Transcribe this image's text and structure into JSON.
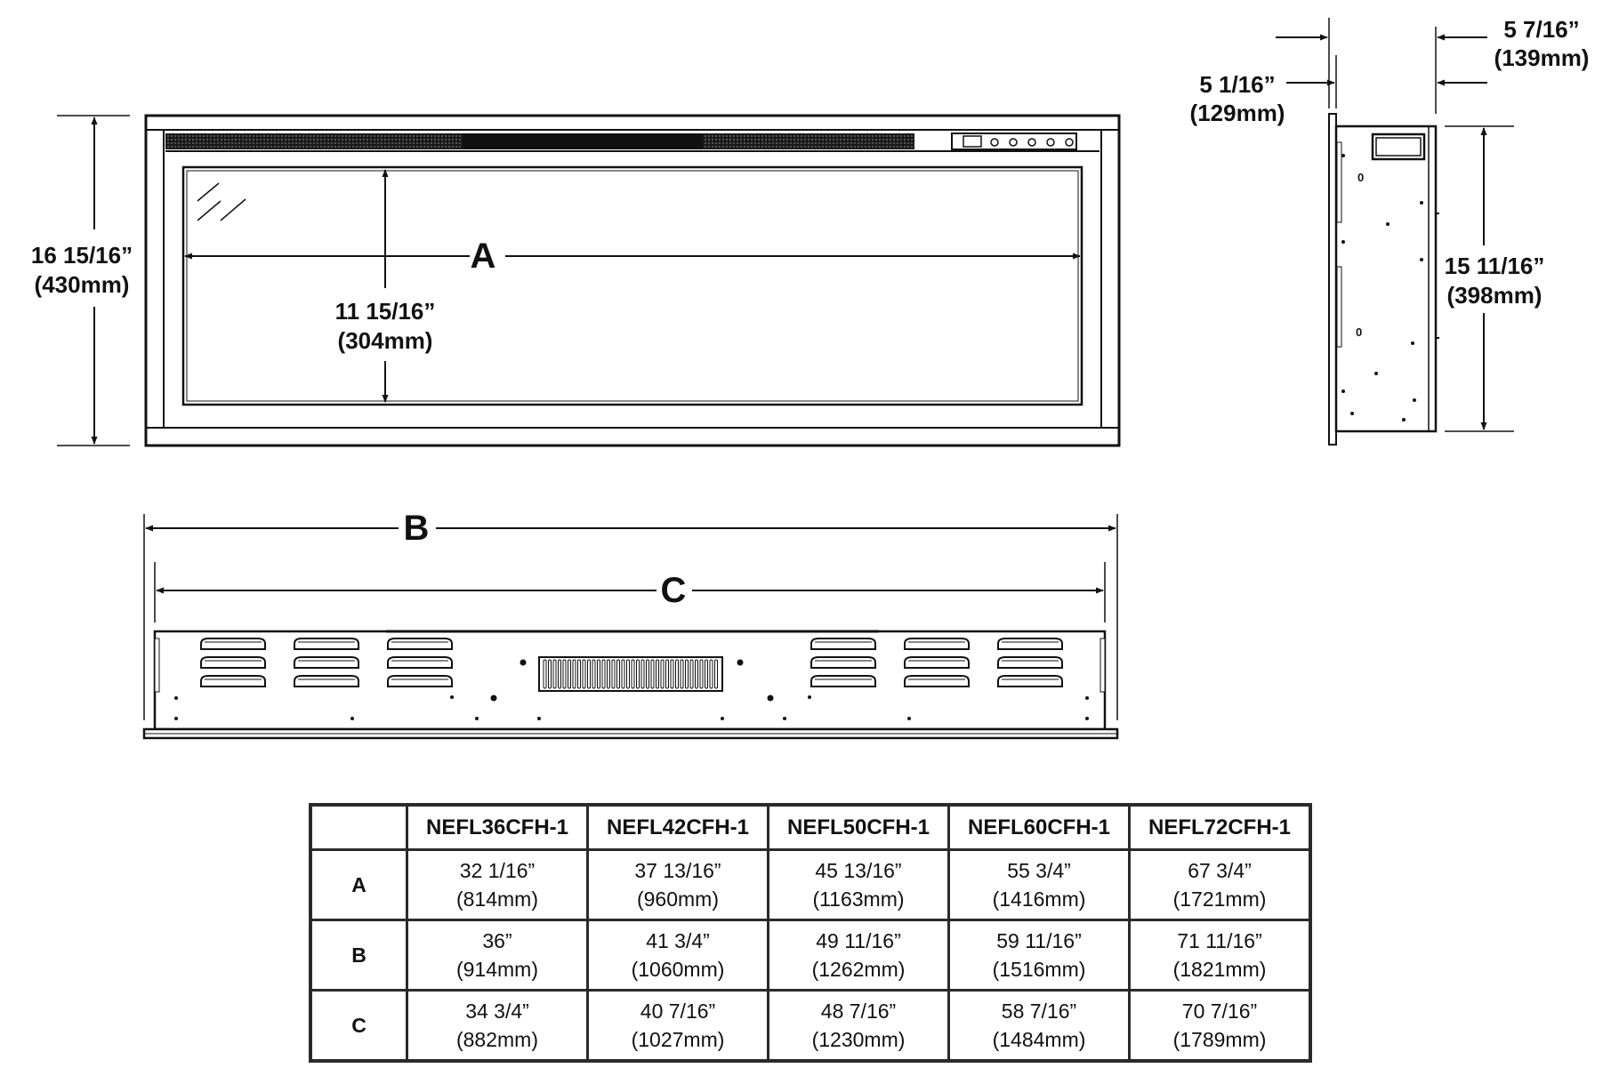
{
  "front_view": {
    "height_label": "16 15/16”",
    "height_mm": "(430mm)",
    "glass_height_label": "11 15/16”",
    "glass_height_mm": "(304mm)",
    "width_letter": "A"
  },
  "side_view": {
    "depth_inner_label": "5 1/16”",
    "depth_inner_mm": "(129mm)",
    "depth_outer_label": "5 7/16”",
    "depth_outer_mm": "(139mm)",
    "height_label": "15 11/16”",
    "height_mm": "(398mm)",
    "marker_1": "0",
    "marker_2": "0"
  },
  "top_view": {
    "overall_letter": "B",
    "body_letter": "C"
  },
  "table": {
    "headers": [
      "",
      "NEFL36CFH-1",
      "NEFL42CFH-1",
      "NEFL50CFH-1",
      "NEFL60CFH-1",
      "NEFL72CFH-1"
    ],
    "rows": [
      {
        "label": "A",
        "cells": [
          {
            "in": "32 1/16”",
            "mm": "(814mm)"
          },
          {
            "in": "37 13/16”",
            "mm": "(960mm)"
          },
          {
            "in": "45 13/16”",
            "mm": "(1163mm)"
          },
          {
            "in": "55 3/4”",
            "mm": "(1416mm)"
          },
          {
            "in": "67 3/4”",
            "mm": "(1721mm)"
          }
        ]
      },
      {
        "label": "B",
        "cells": [
          {
            "in": "36”",
            "mm": "(914mm)"
          },
          {
            "in": "41 3/4”",
            "mm": "(1060mm)"
          },
          {
            "in": "49 11/16”",
            "mm": "(1262mm)"
          },
          {
            "in": "59 11/16”",
            "mm": "(1516mm)"
          },
          {
            "in": "71 11/16”",
            "mm": "(1821mm)"
          }
        ]
      },
      {
        "label": "C",
        "cells": [
          {
            "in": "34 3/4”",
            "mm": "(882mm)"
          },
          {
            "in": "40 7/16”",
            "mm": "(1027mm)"
          },
          {
            "in": "48 7/16”",
            "mm": "(1230mm)"
          },
          {
            "in": "58 7/16”",
            "mm": "(1484mm)"
          },
          {
            "in": "70 7/16”",
            "mm": "(1789mm)"
          }
        ]
      }
    ]
  }
}
